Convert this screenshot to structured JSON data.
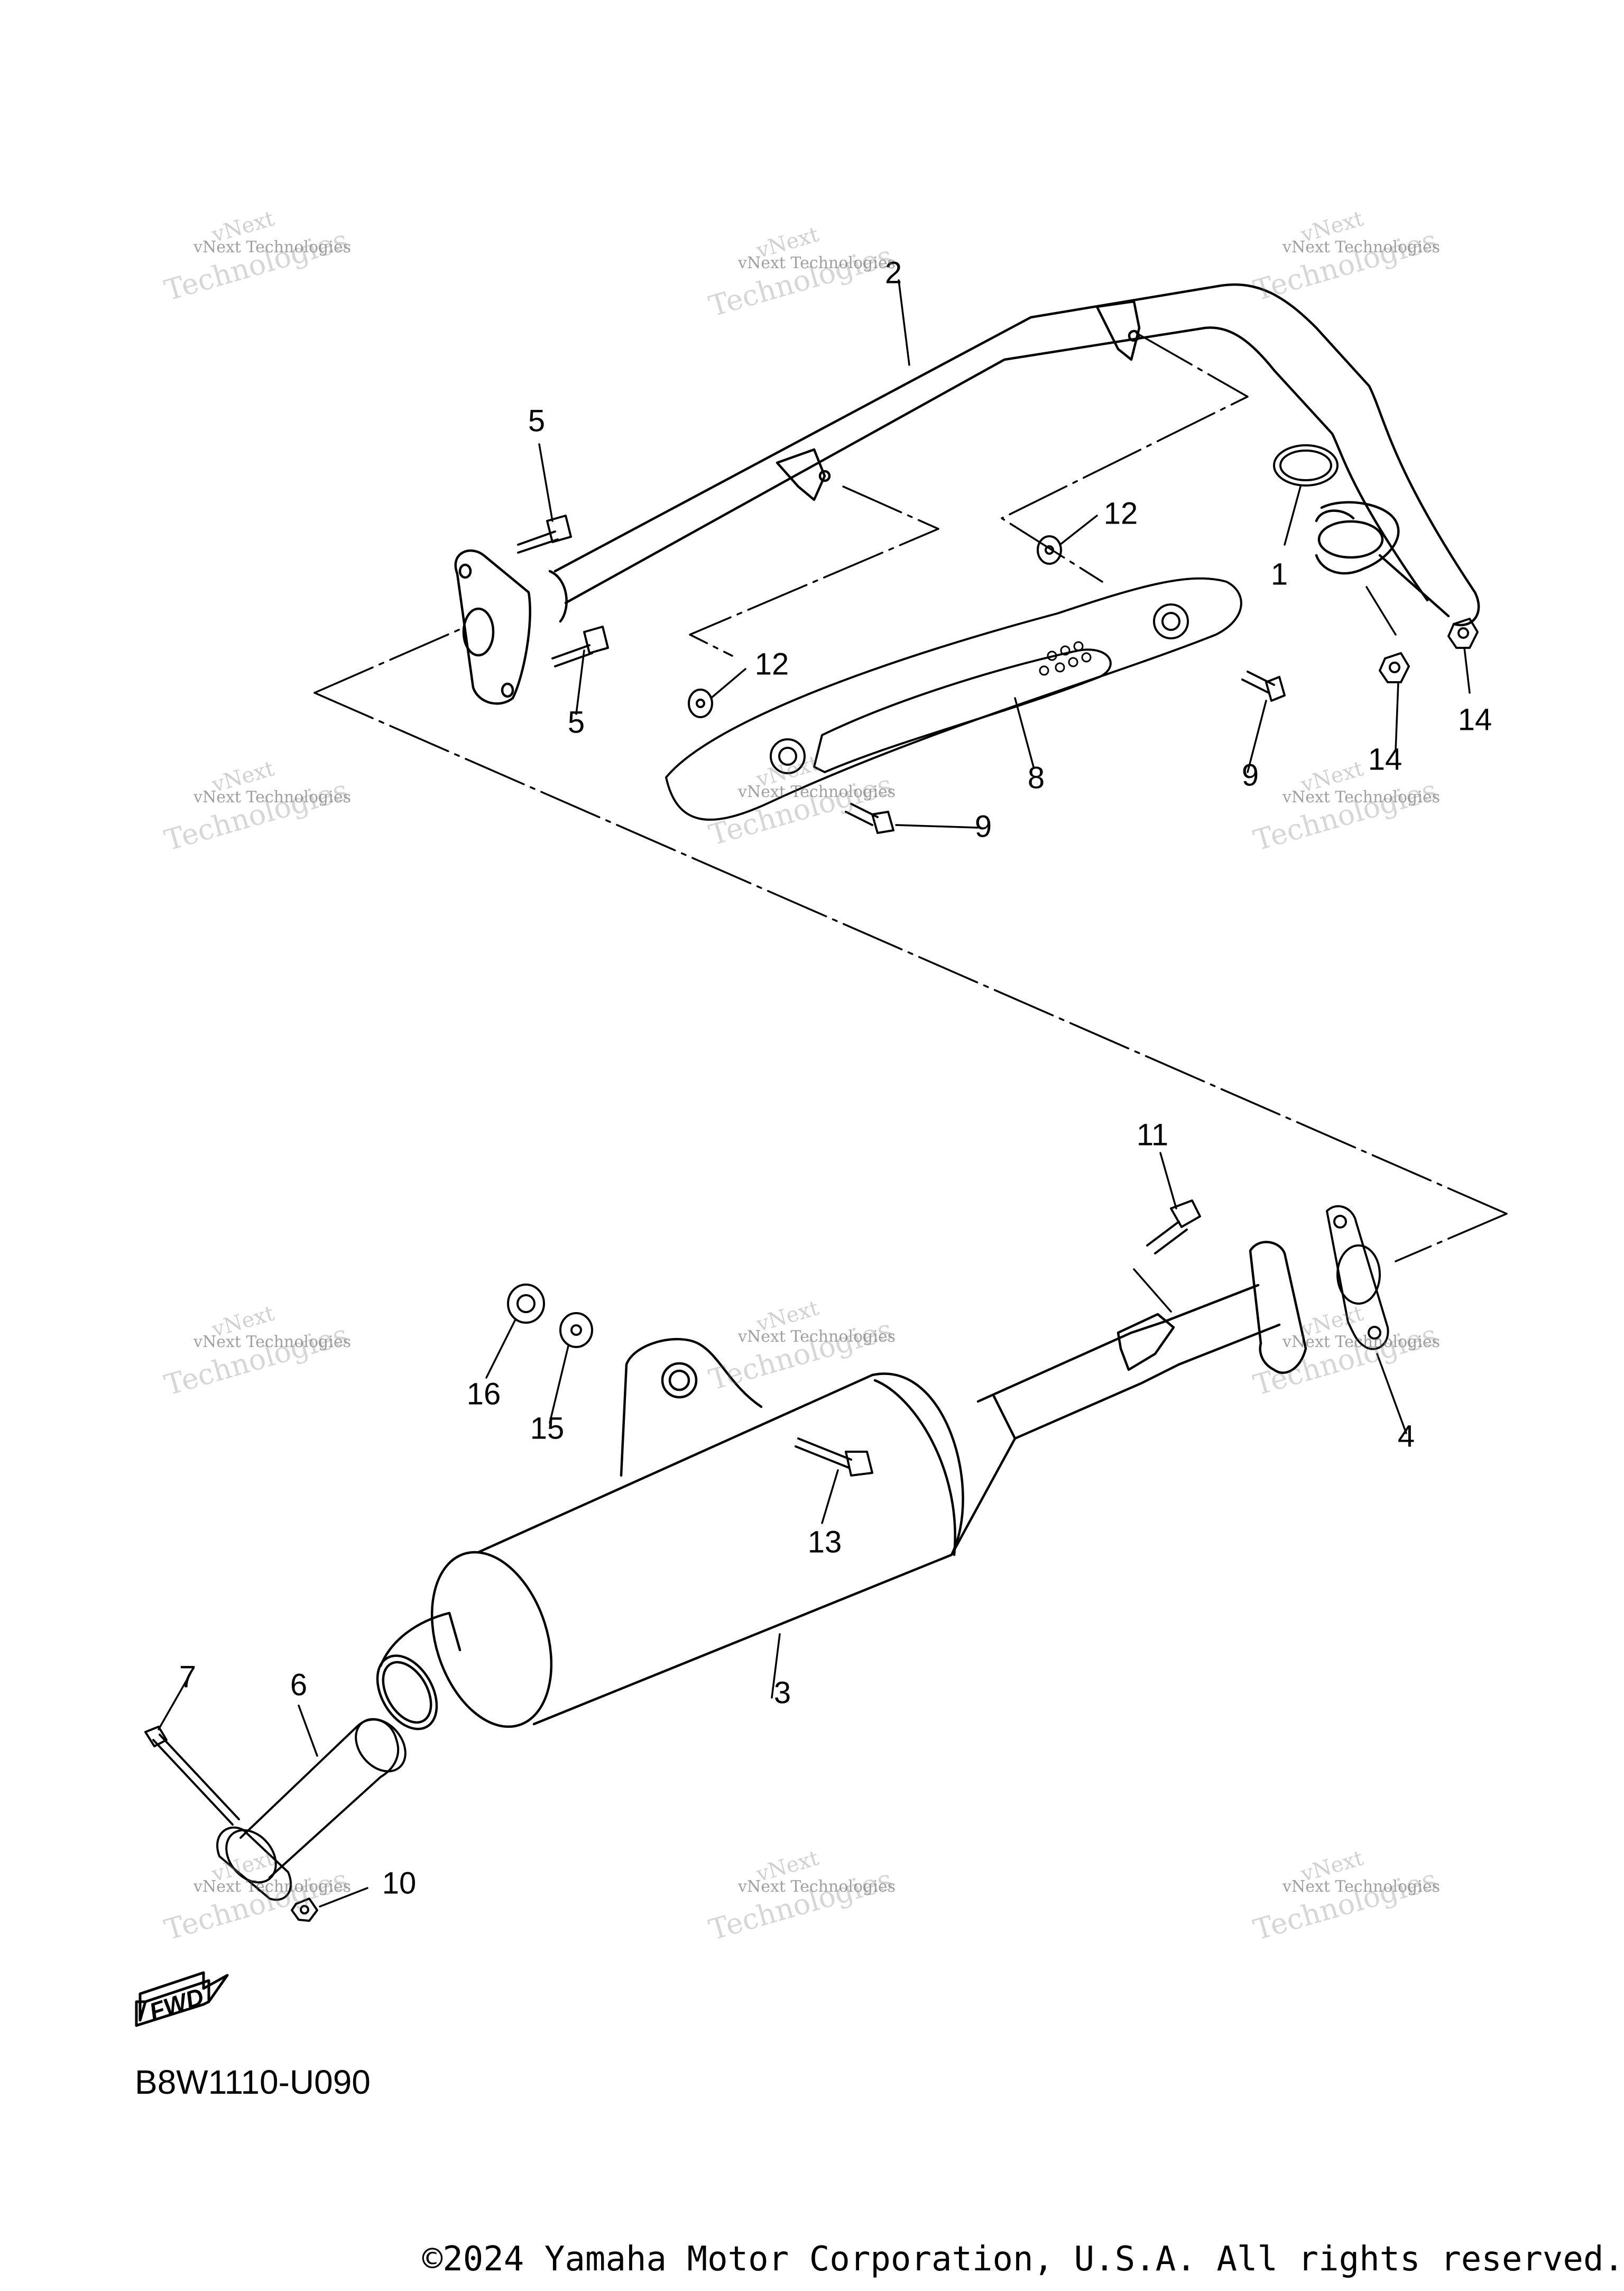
{
  "diagram_code": "B8W1110-U090",
  "copyright": "©2024 Yamaha Motor Corporation, U.S.A. All rights reserved.",
  "fwd_label": "FWD",
  "watermark": {
    "line1": "vNext",
    "line2": "vNext Technologies",
    "line3": "Technologies"
  },
  "callouts": [
    {
      "id": "c1",
      "label": "1"
    },
    {
      "id": "c2",
      "label": "2"
    },
    {
      "id": "c3",
      "label": "3"
    },
    {
      "id": "c4",
      "label": "4"
    },
    {
      "id": "c5a",
      "label": "5"
    },
    {
      "id": "c5b",
      "label": "5"
    },
    {
      "id": "c6",
      "label": "6"
    },
    {
      "id": "c7",
      "label": "7"
    },
    {
      "id": "c8",
      "label": "8"
    },
    {
      "id": "c9a",
      "label": "9"
    },
    {
      "id": "c9b",
      "label": "9"
    },
    {
      "id": "c10",
      "label": "10"
    },
    {
      "id": "c11",
      "label": "11"
    },
    {
      "id": "c12a",
      "label": "12"
    },
    {
      "id": "c12b",
      "label": "12"
    },
    {
      "id": "c13",
      "label": "13"
    },
    {
      "id": "c14a",
      "label": "14"
    },
    {
      "id": "c14b",
      "label": "14"
    },
    {
      "id": "c15",
      "label": "15"
    },
    {
      "id": "c16",
      "label": "16"
    }
  ]
}
